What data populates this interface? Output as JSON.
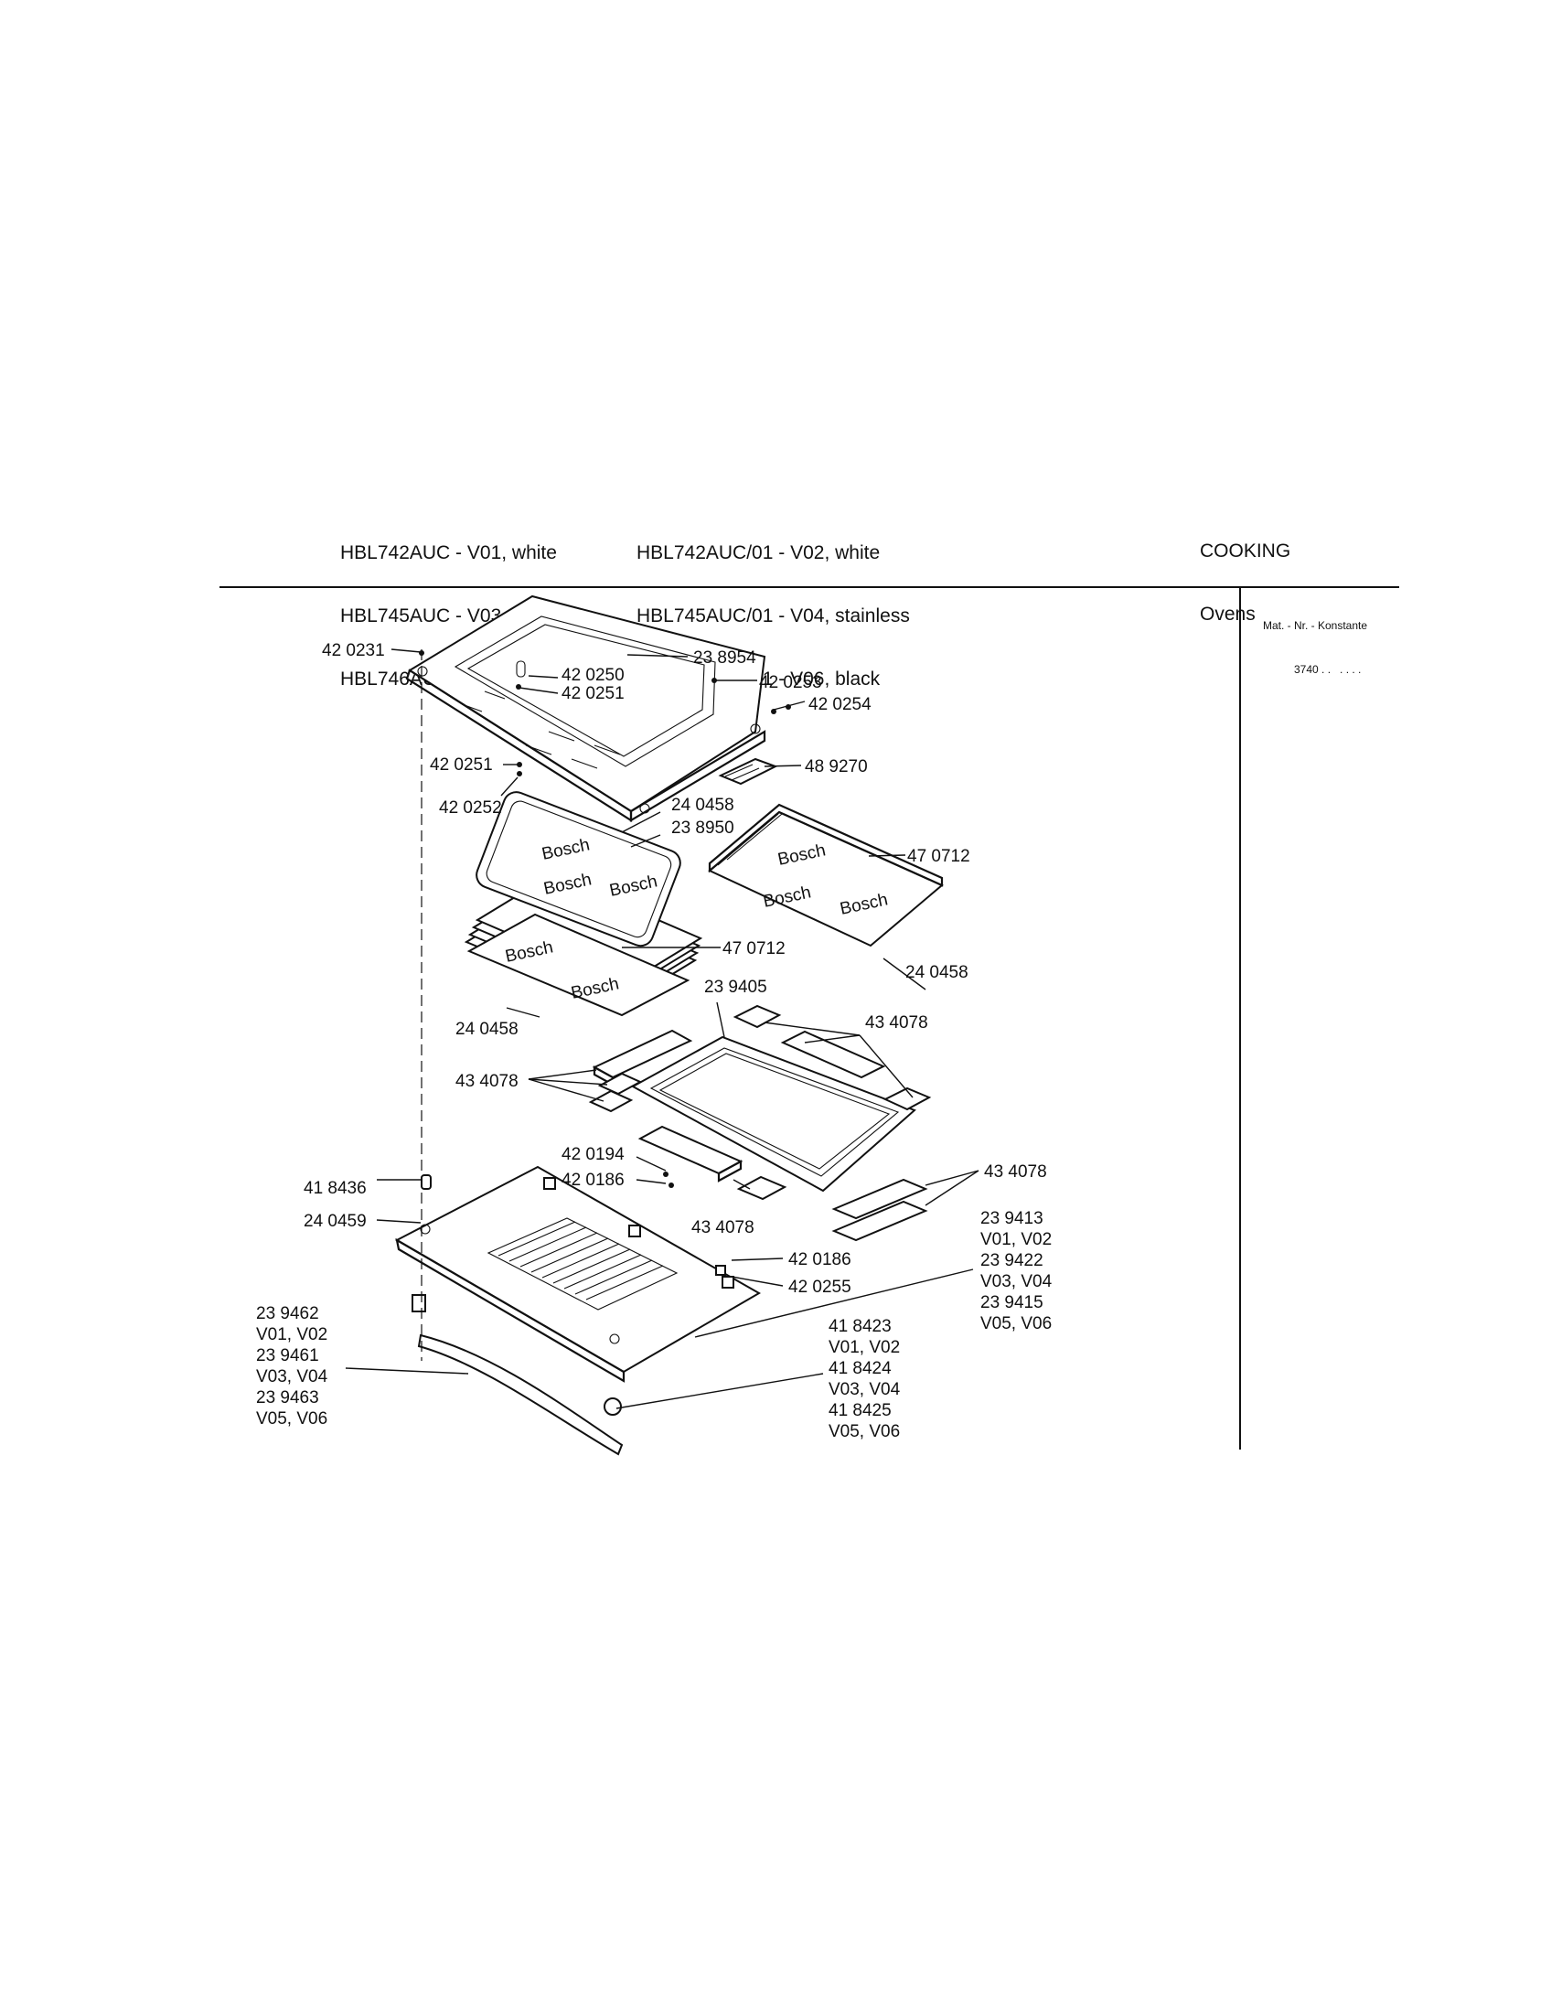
{
  "header": {
    "models_left": [
      "HBL742AUC - V01, white",
      "HBL745AUC - V03, stainless",
      "HBL746AUC - V05, black"
    ],
    "models_right": [
      "HBL742AUC/01 - V02, white",
      "HBL745AUC/01 - V04, stainless",
      "HBL746AUC/01 - V06, black"
    ],
    "category": "COOKING",
    "subcategory": "Ovens"
  },
  "side_box": {
    "label": "Mat. - Nr. - Konstante",
    "value": "3740 . .   . . . ."
  },
  "callouts": [
    "42 0231",
    "23 8954",
    "42 0250",
    "42 0251",
    "42 0253",
    "42 0254",
    "42 0251",
    "42 0252",
    "48 9270",
    "24 0458",
    "23 8950",
    "47 0712",
    "47 0712",
    "24 0458",
    "24 0458",
    "23 9405",
    "43 4078",
    "43 4078",
    "42 0194",
    "42 0186",
    "43 4078",
    "43 4078",
    "41 8436",
    "24 0459",
    "42 0186",
    "42 0255",
    "23 9413",
    "V01, V02",
    "23 9422",
    "V03, V04",
    "23 9415",
    "V05, V06",
    "41 8423",
    "V01, V02",
    "41 8424",
    "V03, V04",
    "41 8425",
    "V05, V06",
    "23 9462",
    "V01, V02",
    "23 9461",
    "V03, V04",
    "23 9463",
    "V05, V06"
  ]
}
